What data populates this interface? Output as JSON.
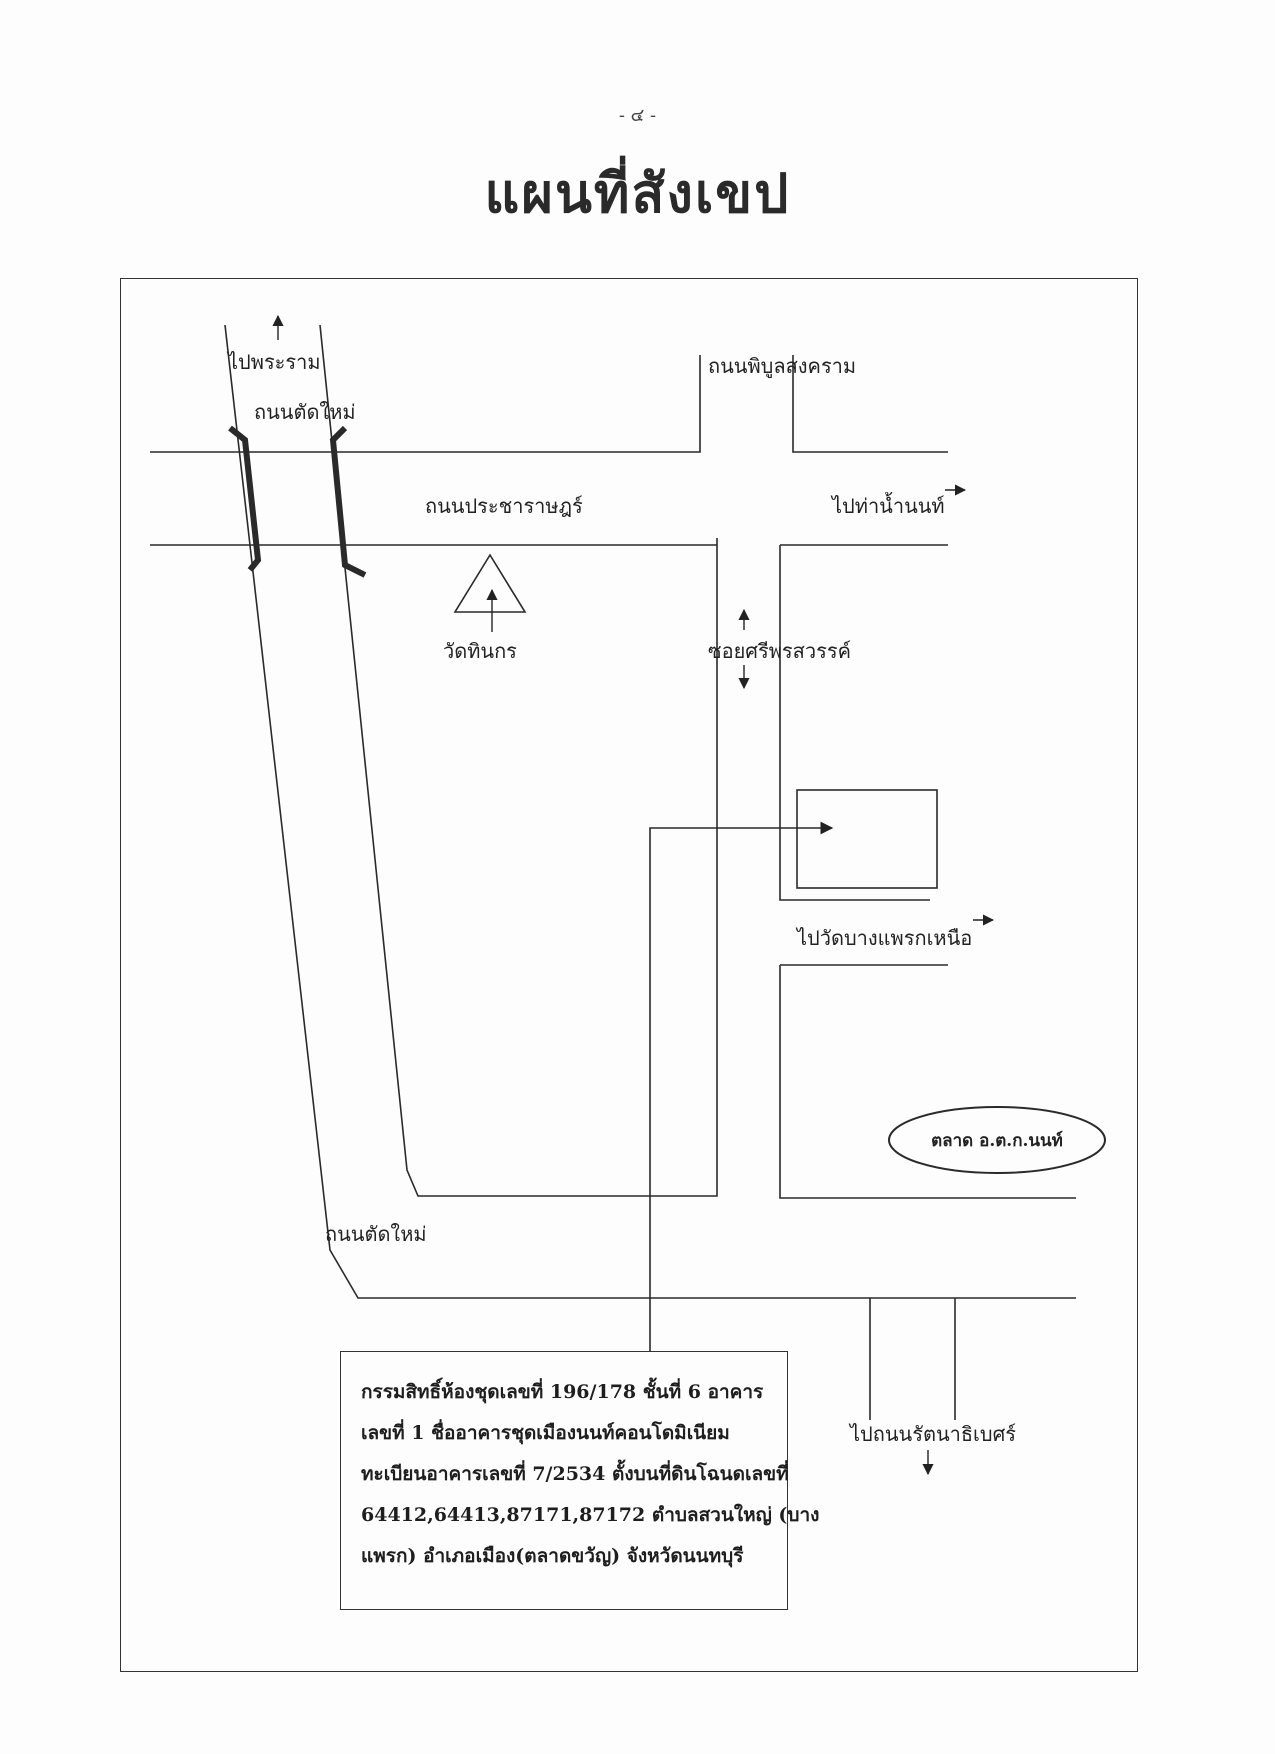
{
  "page_number": "- ๔ -",
  "title": "แผนที่สังเขป",
  "labels": {
    "to_phra_ram": "ไปพระราม",
    "new_road_top": "ถนนตัดใหม่",
    "phibun_road": "ถนนพิบูลสงคราม",
    "pracharat_road": "ถนนประชาราษฎร์",
    "to_pier": "ไปท่าน้ำนนท์",
    "wat_thinakon": "วัดทินกร",
    "soi_sri_pon": "ซอยศรีพรสวรรค์",
    "to_wat_bang_phraek": "ไปวัดบางแพรกเหนือ",
    "market": "ตลาด อ.ต.ก.นนท์",
    "new_road_bottom": "ถนนตัดใหม่",
    "to_rattanathibet": "ไปถนนรัตนาธิเบศร์"
  },
  "info_box": {
    "lines": [
      "กรรมสิทธิ์ห้องชุดเลขที่ 196/178 ชั้นที่ 6 อาคาร",
      "เลขที่ 1 ชื่ออาคารชุดเมืองนนท์คอนโดมิเนียม",
      "ทะเบียนอาคารเลขที่ 7/2534 ตั้งบนที่ดินโฉนดเลขที่",
      "64412,64413,87171,87172 ตำบลสวนใหญ่ (บาง",
      "แพรก) อำเภอเมือง(ตลาดขวัญ) จังหวัดนนทบุรี"
    ]
  }
}
